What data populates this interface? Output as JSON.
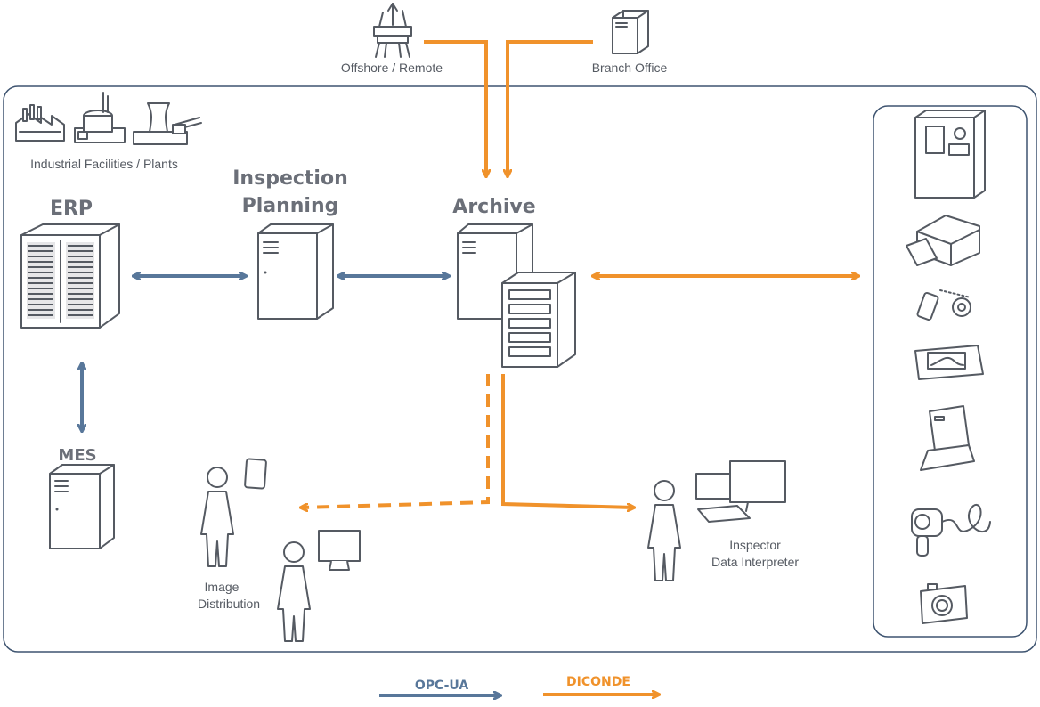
{
  "nodes": {
    "offshore": "Offshore / Remote",
    "branch": "Branch Office",
    "facilities": "Industrial Facilities / Plants",
    "erp": "ERP",
    "inspection_planning_line1": "Inspection",
    "inspection_planning_line2": "Planning",
    "archive": "Archive",
    "mes": "MES",
    "image_distribution_line1": "Image",
    "image_distribution_line2": "Distribution",
    "inspector_line1": "Inspector",
    "inspector_line2": "Data Interpreter"
  },
  "legend": {
    "opc_ua": "OPC-UA",
    "diconde": "DICONDE"
  },
  "colors": {
    "opc_ua": "#58779a",
    "diconde": "#f0922b",
    "line_art": "#555a62",
    "border": "#3e5470"
  },
  "icons": [
    "oil-platform-icon",
    "server-tower-icon",
    "factory-icon",
    "printer-icon",
    "spray-can-icon",
    "ultrasonic-device-icon",
    "scanner-icon",
    "borescope-icon",
    "camera-icon",
    "person-icon",
    "monitor-icon",
    "tablet-icon"
  ]
}
